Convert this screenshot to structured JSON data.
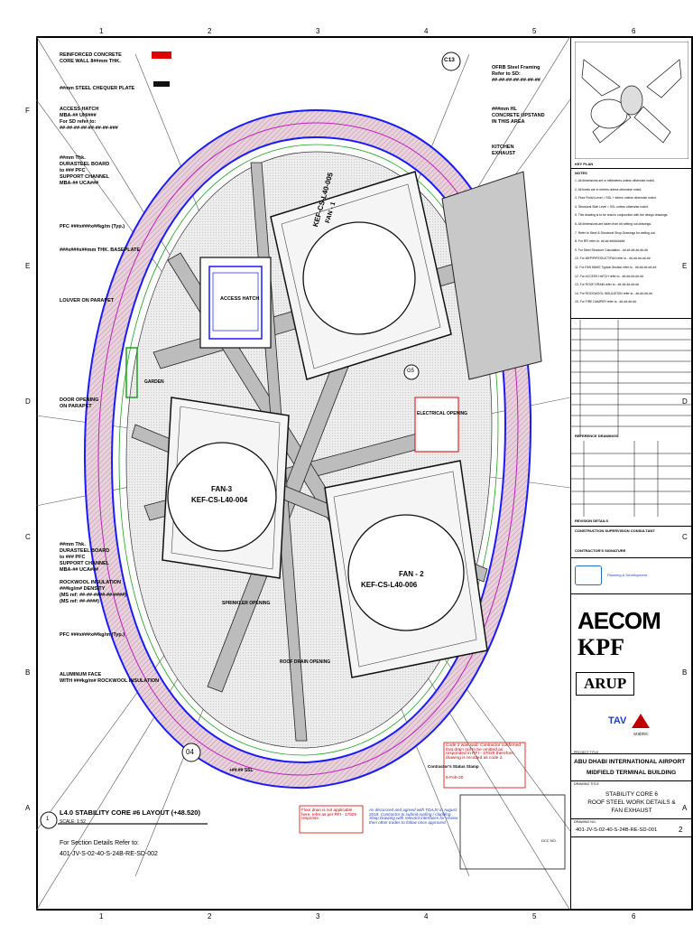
{
  "drawing": {
    "grid_top": [
      "1",
      "2",
      "3",
      "4",
      "5",
      "6"
    ],
    "grid_bottom": [
      "1",
      "2",
      "3",
      "4",
      "5",
      "6"
    ],
    "grid_left": [
      "F",
      "E",
      "D",
      "C",
      "B",
      "A"
    ],
    "grid_right": [
      "F",
      "E",
      "D",
      "C",
      "B",
      "A"
    ],
    "callouts": {
      "c13": "C13",
      "g5": "G5",
      "c04": "04"
    },
    "left_labels": [
      [
        "REINFORCED CONCRETE",
        "CORE WALL 8##mm THK."
      ],
      [
        "##mm STEEL CHEQUER PLATE"
      ],
      [
        "ACCESS HATCH",
        "MBA-## UH/###",
        "For SD refer to:",
        "##-##-##-##-##-##-##-###"
      ],
      [
        "##mm Thk.",
        "DURASTEEL BOARD",
        "to ### PFC",
        "SUPPORT CHANNEL",
        "MBA-## UCA###"
      ],
      [
        "PFC ###x###x##kg/m (Typ.)"
      ],
      [
        "###x###x##mm THK. BASEPLATE"
      ],
      [
        "LOUVER ON PARAPET"
      ],
      [
        "DOOR OPENING",
        "ON PARAPET"
      ],
      [
        "##mm Thk.",
        "DURASTEEL BOARD",
        "to ### PFC",
        "SUPPORT CHANNEL",
        "MBA-## UCA###"
      ],
      [
        "ROCKWOOL INSULATION",
        "###kg/m# DENSITY",
        "(MS ref: ##-##-####-##-####)",
        "(MS ref: ##-####)"
      ],
      [
        "PFC ###x###x##kg/m (Typ.)"
      ],
      [
        "ALUMINUM FACE",
        "WITH ###kg/m# ROCKWOOL INSULATION"
      ]
    ],
    "right_labels": [
      [
        "OFRB Steel Framing",
        "Refer to SD:",
        "##-##-##-##-##-##-##"
      ],
      [
        "###mm HL",
        "CONCRETE UPSTAND",
        "IN THIS AREA"
      ],
      [
        "KITCHEN",
        "EXHAUST"
      ]
    ],
    "inner_labels": {
      "fan1_tag": "KEF-CS-L40-005",
      "fan1_name": "FAN - 1",
      "fan3_name": "FAN-3",
      "fan3_tag": "KEF-CS-L40-004",
      "fan2_name": "FAN - 2",
      "fan2_tag": "KEF-CS-L40-006",
      "hatch": "ACCESS HATCH",
      "garden": "GARDEN",
      "elec": "ELECTRICAL OPENING",
      "sprinkler": "SPRINKLER OPENING",
      "drain": "ROOF DRAIN OPENING",
      "level": "+##.## SSL"
    },
    "title": "L4.0 STABILITY CORE #6 LAYOUT (+48.520)",
    "scale": "SCALE: 1:52",
    "title_number": "1",
    "section_ref_1": "For Section Details Refer to:",
    "section_ref_2": "401-JV-S-02-40-S-24B-RE-SD-002",
    "red_note": "Floor drain is not applicable here, refer as per RFI - 17029 response.",
    "blue_note": "As discussed and agreed with TDAJV in August 2018. Contractor to submit roofing / cladding Shop Drawing with relevant interfaces for review then other trades to follow once approved.",
    "red_box_note": "Code 2 was said. Contractor confirmed that drain rail to be omitted as responded in RFI - 17029 therefore, drawing is recoded as code 2.",
    "red_box_date": "5-Feb-20"
  },
  "title_block": {
    "key_plan": "KEY PLAN",
    "notes_heading": "NOTES",
    "notes": [
      "1. All dimensions are in millimetres unless otherwise noted.",
      "2. All levels are in metres unless otherwise noted.",
      "3. Floor Finish Level = SSL + ##mm unless otherwise noted.",
      "4. Structural Slab Level = SSL unless otherwise noted.",
      "5. This drawing is to be read in conjunction with the design drawings.",
      "6. All dimensions are taken from ## setting out drawings.",
      "7. Refer to Steel & Structural Shop Drawings for setting out.",
      "8. For RFI refer to:  ##-## ##/##/####",
      "9. For Steel Structure Calculation - ## ##-##-##-##-##",
      "10. For MEP/PIPE/DUCT/FAN refer to - ##-##-##-##-##",
      "11. For FAN MAKE Typical Section refer to - ##-##-##-##-##",
      "12. For ACCESS HATCH refer to - ##-##-##-##-##",
      "13. For ROOF DRAIN refer to - ##-##-##-##-##",
      "14. For ROCKWOOL INSULATION refer to - ##-##-##-##",
      "15. For FIRE DAMPER refer to - ##-##-##-##"
    ],
    "ref_heading": "REFERENCE DRAWINGS",
    "revision_heading": "REVISION DETAILS",
    "consultant_heading": "CONSTRUCTION SUPERVISION CONSULTANT",
    "contractor_heading": "CONTRACTOR'S SIGNATURE",
    "client_label": "Planning & Development",
    "architect_1": "AECOM",
    "architect_2": "KPF",
    "engineer": "ARUP",
    "contractor_a": "TAV",
    "contractor_b": "arabtec",
    "project_label": "PROJECT TITLE",
    "project_1": "ABU DHABI INTERNATIONAL AIRPORT",
    "project_2": "MIDFIELD TERMINAL BUILDING",
    "dwg_label": "DRAWING TITLE",
    "dwg_1": "STABILITY CORE 6",
    "dwg_2": "ROOF STEEL WORK DETAILS &",
    "dwg_3": "FAN EXHAUST",
    "dwg_no_label": "DRAWING NO.",
    "dwg_no": "401-JV-S-02-40-S-24B-RE-SD-001",
    "rev": "2",
    "status_label": "Contractor's Status Stamp",
    "dcd_label": "DCC NO."
  },
  "colors": {
    "outer_ring": "#1a1aff",
    "hatch_fill": "#d9b8c8",
    "magenta": "#c020c0",
    "green": "#20a020",
    "red": "#e00000",
    "grey_fill": "#d8d8d8"
  }
}
